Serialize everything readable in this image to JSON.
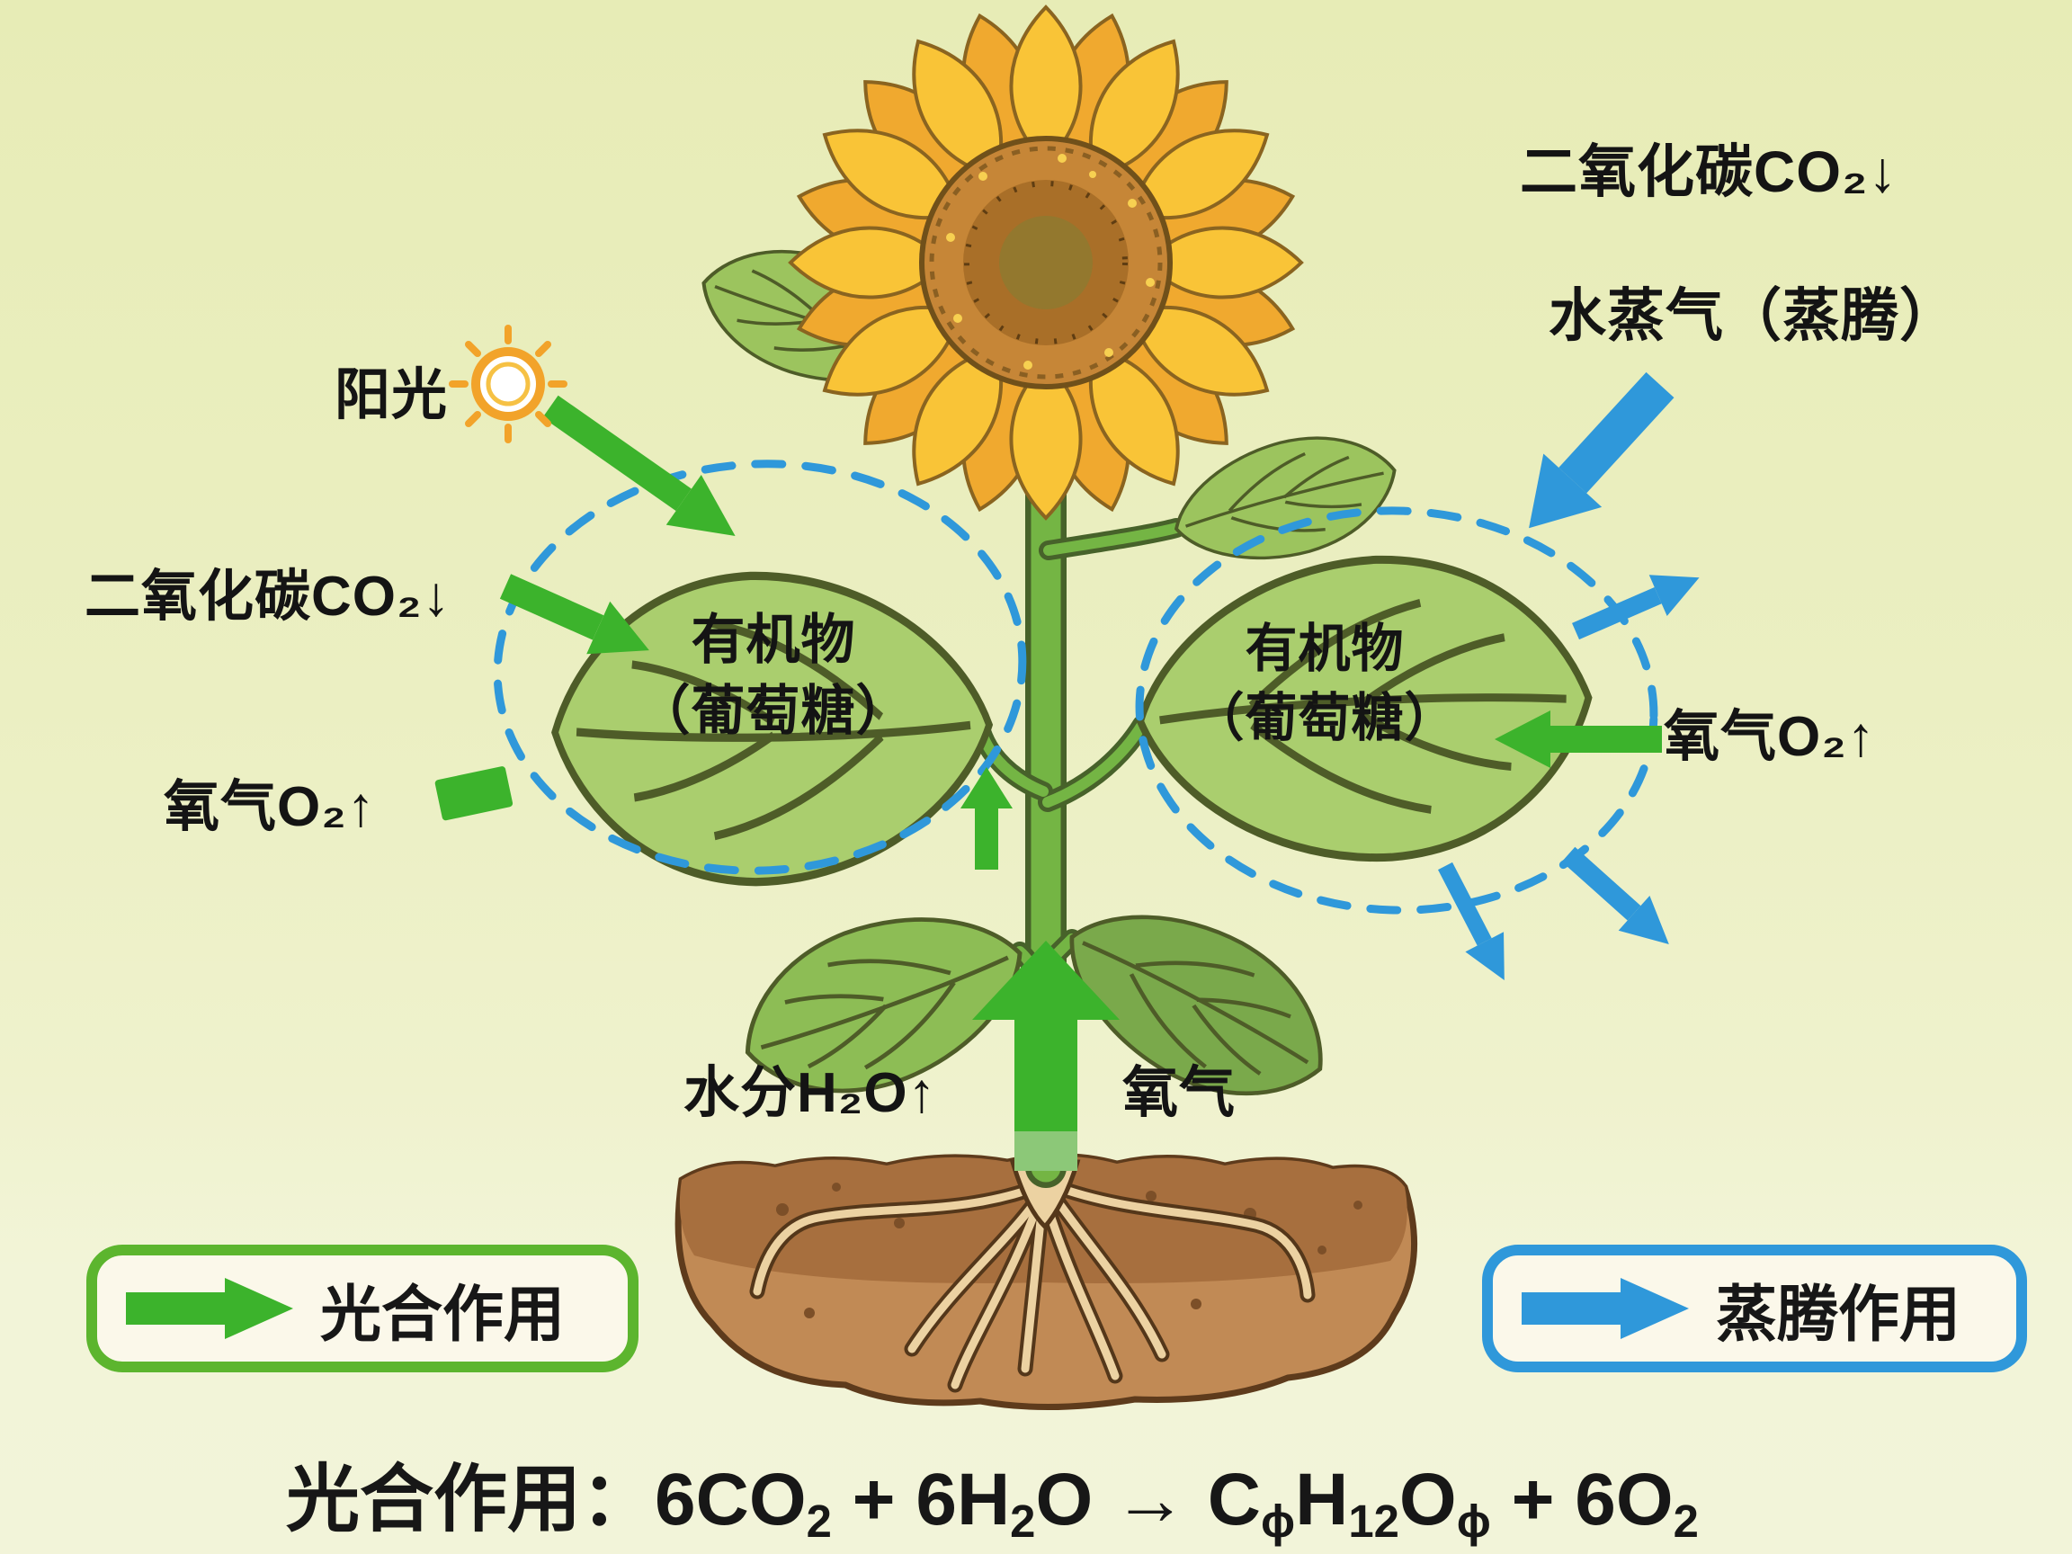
{
  "colors": {
    "photo_green": "#3cb32c",
    "trans_blue": "#2f98da",
    "outline_blue": "#2f98da",
    "legend_green_border": "#5cb52e",
    "legend_blue_border": "#2f98da",
    "legend_bg": "#fbf8ea",
    "background_top": "#e7ecb6",
    "background_bottom": "#f2f4d9",
    "text": "#141414"
  },
  "labels": {
    "sunlight": "阳光",
    "co2_top": "二氧化碳CO₂↓",
    "water_vapor": "水蒸气（蒸腾）",
    "co2_left": "二氧化碳CO₂↓",
    "oxygen_left": "氧气O₂↑",
    "oxygen_right": "氧气O₂↑",
    "organic_line1": "有机物",
    "organic_line2": "（葡萄糖）",
    "water_root": "水分H₂O↑",
    "oxygen_root": "氧气"
  },
  "legend": {
    "photosynthesis": "光合作用",
    "transpiration": "蒸腾作用"
  },
  "equation": {
    "full": "光合作用：6CO₂ + 6H₂O → CϕH₁₂Oϕ + 6O₂",
    "parts": [
      "光合作用：6CO",
      "2",
      " + 6H",
      "2",
      "O → C",
      "ϕ",
      "H",
      "12",
      "O",
      "ϕ",
      " + 6O",
      "2"
    ]
  }
}
